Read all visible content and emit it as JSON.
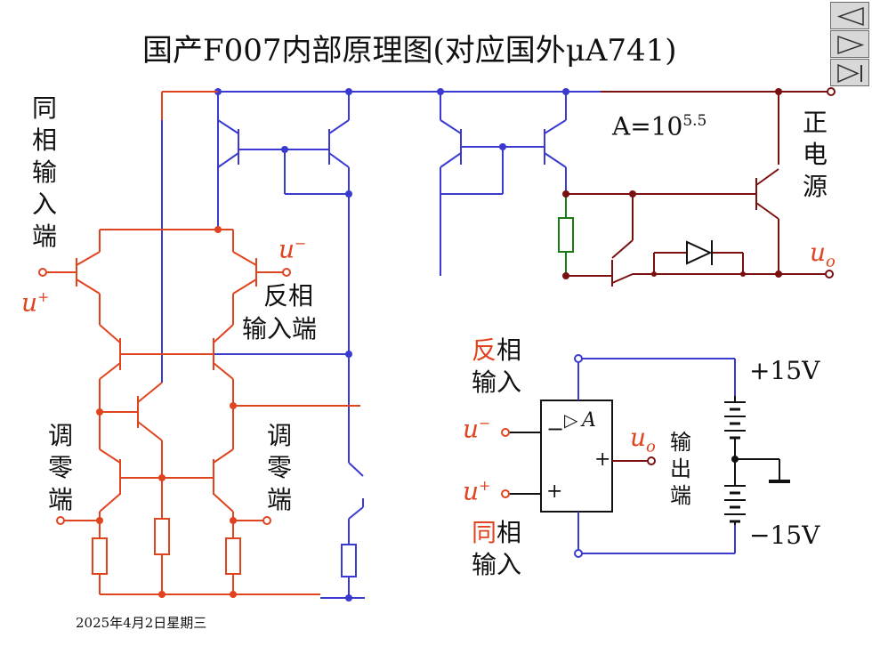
{
  "title": "国产F007内部原理图(对应国外μA741)",
  "date": "2025年4月2日星期三",
  "labels": {
    "gain_prefix": "A=10",
    "gain_exp": "5.5",
    "noninv_input_vertical": [
      "同",
      "相",
      "输",
      "入",
      "端"
    ],
    "inv_input_line1": "反相",
    "inv_input_line2": "输入端",
    "pos_supply": [
      "正",
      "电",
      "源"
    ],
    "null_left": [
      "调",
      "零",
      "端"
    ],
    "null_right": [
      "调",
      "零",
      "端"
    ],
    "u_plus": "u",
    "u_plus_sup": "+",
    "u_minus": "u",
    "u_minus_sup": "−",
    "u_o": "u",
    "u_o_sub": "o"
  },
  "symbol": {
    "inv_input_a": "反",
    "inv_input_b": "相",
    "inv_input_c": "输入",
    "noninv_input_a": "同",
    "noninv_input_b": "相",
    "noninv_input_c": "输入",
    "u_minus": "u",
    "u_minus_sup": "−",
    "u_plus": "u",
    "u_plus_sup": "+",
    "u_o": "u",
    "u_o_sub": "o",
    "output_end": [
      "输",
      "出",
      "端"
    ],
    "box_minus": "−",
    "box_triangle": "▷",
    "box_A": "A",
    "box_plus_out": "+",
    "box_plus_in": "+",
    "v_pos": "+15V",
    "v_neg": "−15V"
  },
  "colors": {
    "red": "#e0441e",
    "blue": "#3a3ad0",
    "dark_red": "#7a1010",
    "green": "#1a7a1a",
    "black": "#111111"
  },
  "nav": {
    "prev_icon": "prev-arrow-icon",
    "next_icon": "next-arrow-icon",
    "end_icon": "last-slide-icon"
  }
}
